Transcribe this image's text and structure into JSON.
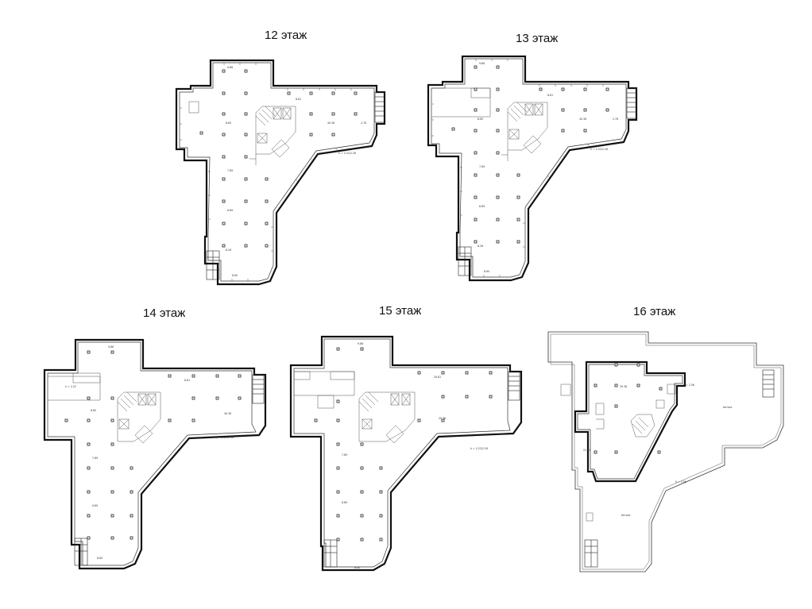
{
  "floors": [
    {
      "id": "f12",
      "title": "12 этаж"
    },
    {
      "id": "f13",
      "title": "13 этаж"
    },
    {
      "id": "f14",
      "title": "14 этаж"
    },
    {
      "id": "f15",
      "title": "15 этаж"
    },
    {
      "id": "f16",
      "title": "16 этаж"
    }
  ]
}
